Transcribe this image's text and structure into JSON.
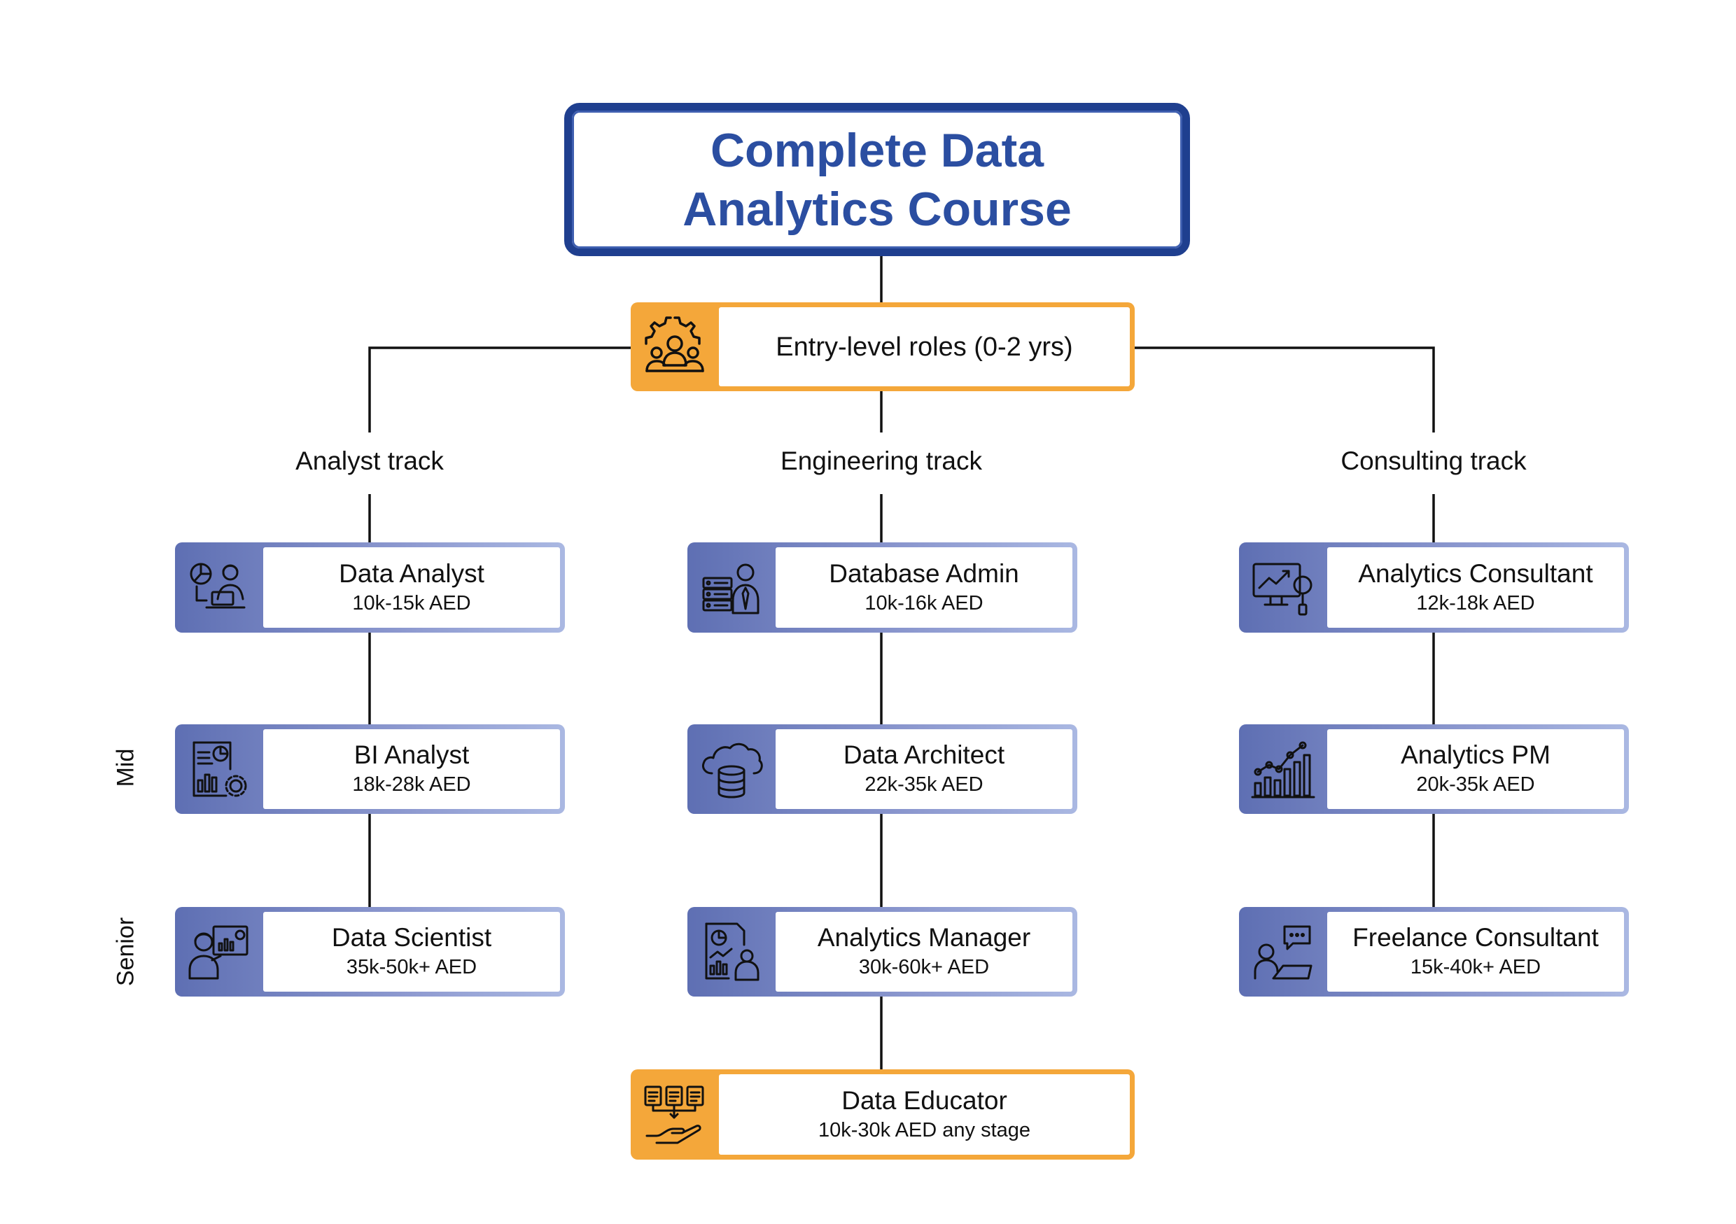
{
  "title": "Complete Data\nAnalytics Course",
  "entry": {
    "label": "Entry-level roles (0-2 yrs)",
    "icon": "team-gear-icon"
  },
  "tracks": [
    {
      "label": "Analyst track",
      "roles": [
        {
          "title": "Data Analyst",
          "pay": "10k-15k AED",
          "icon": "analyst-laptop-icon"
        },
        {
          "title": "BI Analyst",
          "pay": "18k-28k AED",
          "icon": "report-gear-icon"
        },
        {
          "title": "Data Scientist",
          "pay": "35k-50k+ AED",
          "icon": "presenter-chart-icon"
        }
      ]
    },
    {
      "label": "Engineering track",
      "roles": [
        {
          "title": "Database Admin",
          "pay": "10k-16k AED",
          "icon": "server-admin-icon"
        },
        {
          "title": "Data Architect",
          "pay": "22k-35k AED",
          "icon": "cloud-database-icon"
        },
        {
          "title": "Analytics Manager",
          "pay": "30k-60k+ AED",
          "icon": "manager-report-icon"
        }
      ]
    },
    {
      "label": "Consulting track",
      "roles": [
        {
          "title": "Analytics Consultant",
          "pay": "12k-18k AED",
          "icon": "monitor-search-icon"
        },
        {
          "title": "Analytics PM",
          "pay": "20k-35k AED",
          "icon": "growth-chart-icon"
        },
        {
          "title": "Freelance Consultant",
          "pay": "15k-40k+ AED",
          "icon": "freelancer-chat-icon"
        }
      ]
    }
  ],
  "educator": {
    "title": "Data Educator",
    "pay": "10k-30k AED any stage",
    "icon": "hand-documents-icon"
  },
  "levels": {
    "mid": "Mid",
    "senior": "Senior"
  },
  "colors": {
    "title_border": "#1f3f8f",
    "title_text": "#2b4ea1",
    "accent_orange": "#f4a73a",
    "node_blue": "#8e9ad0",
    "connector": "#111111"
  }
}
